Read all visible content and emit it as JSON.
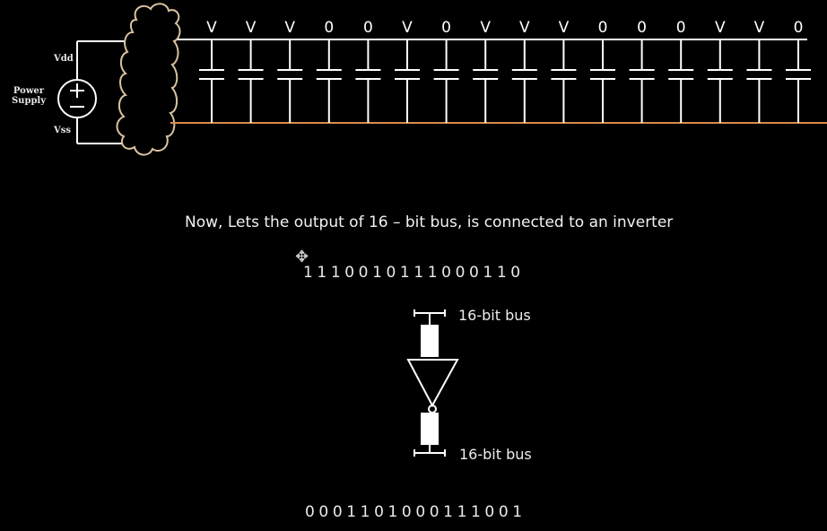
{
  "power_supply": {
    "label_line1": "Power",
    "label_line2": "Supply",
    "vdd": "Vdd",
    "vss": "Vss"
  },
  "bus_states": [
    "V",
    "V",
    "V",
    "0",
    "0",
    "V",
    "0",
    "V",
    "V",
    "V",
    "0",
    "0",
    "0",
    "V",
    "V",
    "0"
  ],
  "sentence": "Now, Lets the output of 16 – bit bus, is connected to an inverter",
  "input_bits": "1110010111000110",
  "output_bits": "0001101000111001",
  "inverter": {
    "top_label": "16-bit bus",
    "bottom_label": "16-bit bus"
  },
  "colors": {
    "background": "#000000",
    "ground_rail": "#d98a4a",
    "wire": "#ffffff",
    "cloud": "#d9c3a0"
  }
}
